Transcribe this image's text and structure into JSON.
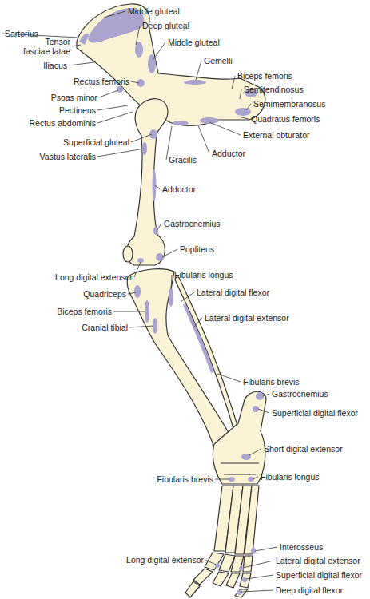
{
  "diagram": {
    "labels": [
      "Middle gluteal",
      "Sartorius",
      "Deep gluteal",
      "Tensor fasciae latae",
      "Middle gluteal",
      "Iliacus",
      "Gemelli",
      "Rectus femoris",
      "Biceps femoris",
      "Psoas minor",
      "Semitendinosus",
      "Pectineus",
      "Semimembranosus",
      "Quadratus femoris",
      "Rectus abdominis",
      "External obturator",
      "Superficial gluteal",
      "Vastus lateralis",
      "Adductor",
      "Gracilis",
      "Adductor",
      "Gastrocnemius",
      "Popliteus",
      "Long digital extensor",
      "Fibularis longus",
      "Quadriceps",
      "Lateral digital flexor",
      "Biceps femoris",
      "Lateral digital extensor",
      "Cranial tibial",
      "Fibularis brevis",
      "Gastrocnemius",
      "Superficial digital flexor",
      "Short digital extensor",
      "Fibularis brevis",
      "Fibularis longus",
      "Interosseus",
      "Long digital extensor",
      "Lateral digital extensor",
      "Superficial digital flexor",
      "Deep digital flexor"
    ]
  }
}
